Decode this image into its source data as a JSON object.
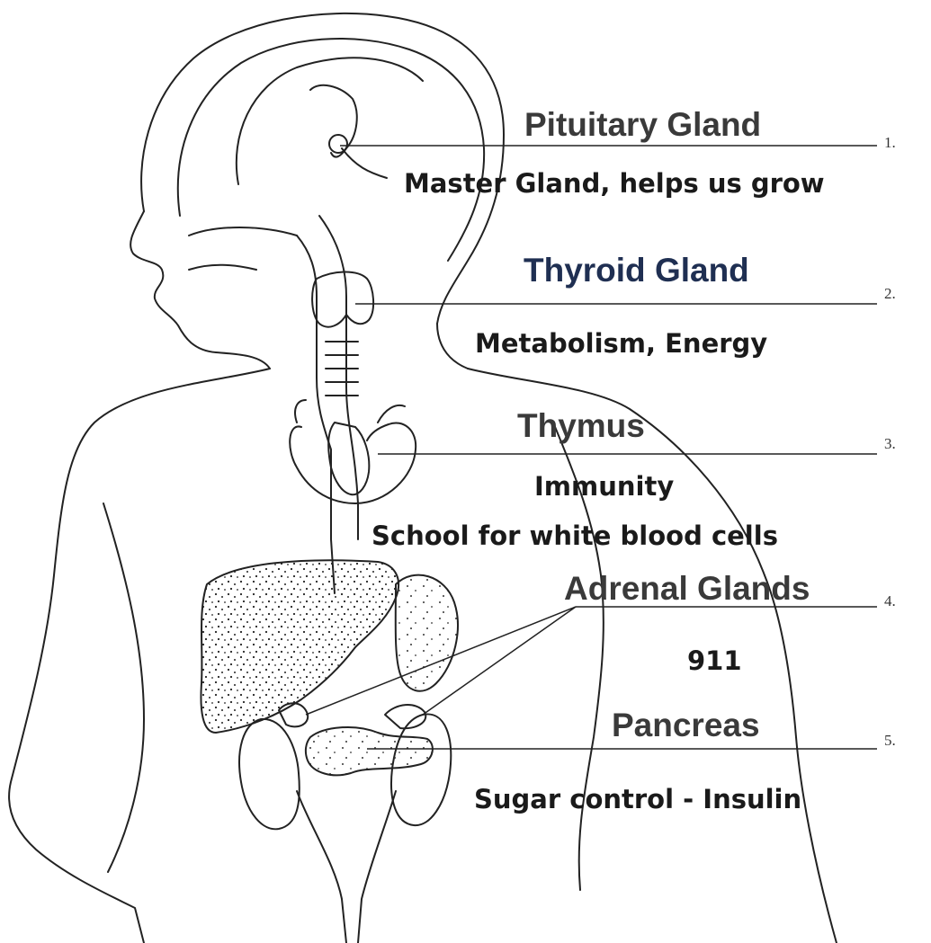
{
  "labels": [
    {
      "number": "1.",
      "name": "Pituitary Gland",
      "descriptions": [
        "Master Gland, helps us grow"
      ]
    },
    {
      "number": "2.",
      "name": "Thyroid Gland",
      "descriptions": [
        "Metabolism, Energy"
      ]
    },
    {
      "number": "3.",
      "name": "Thymus",
      "descriptions": [
        "Immunity",
        "School for white blood cells"
      ]
    },
    {
      "number": "4.",
      "name": "Adrenal Glands",
      "descriptions": [
        "911"
      ]
    },
    {
      "number": "5.",
      "name": "Pancreas",
      "descriptions": [
        "Sugar control - Insulin"
      ]
    }
  ],
  "colors": {
    "title_default": "#3a3a3a",
    "title_thyroid": "#1f2f52",
    "outline": "#222222"
  }
}
